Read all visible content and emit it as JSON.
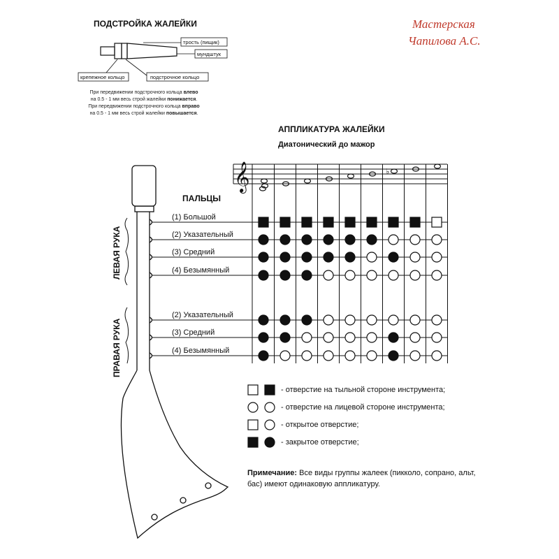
{
  "tuning": {
    "title": "ПОДСТРОЙКА ЖАЛЕЙКИ",
    "labels": {
      "reed": "трость (пищик)",
      "mouthpiece": "мундштук",
      "fixing_ring": "крепежное кольцо",
      "tuning_ring": "подстрочное кольцо"
    },
    "note_left_a": "При передвижении подстрочного кольца ",
    "note_left_b": "влево",
    "note_left_c": "на 0.5 - 1 мм весь строй жалейки ",
    "note_left_d": "понижается",
    "note_right_a": "При передвижении подстрочного кольца ",
    "note_right_b": "вправо",
    "note_right_c": "на 0.5 - 1 мм весь строй жалейки ",
    "note_right_d": "повышается"
  },
  "signature": {
    "line1": "Мастерская",
    "line2": "Чапилова А.С."
  },
  "fingering": {
    "title": "АППЛИКАТУРА ЖАЛЕЙКИ",
    "subtitle": "Диатонический до мажор",
    "fingers_heading": "ПАЛЬЦЫ",
    "left_hand": "ЛЕВАЯ РУКА",
    "right_hand": "ПРАВАЯ РУКА",
    "rows": [
      {
        "label": "(1) Большой",
        "hole": "back",
        "states": [
          1,
          1,
          1,
          1,
          1,
          1,
          1,
          1,
          0
        ]
      },
      {
        "label": "(2) Указательный",
        "hole": "front",
        "states": [
          1,
          1,
          1,
          1,
          1,
          1,
          0,
          0,
          0
        ]
      },
      {
        "label": "(3) Средний",
        "hole": "front",
        "states": [
          1,
          1,
          1,
          1,
          1,
          0,
          1,
          0,
          0
        ]
      },
      {
        "label": "(4) Безымянный",
        "hole": "front",
        "states": [
          1,
          1,
          1,
          0,
          0,
          0,
          0,
          0,
          0
        ]
      },
      {
        "label": "(2) Указательный",
        "hole": "front",
        "states": [
          1,
          1,
          1,
          0,
          0,
          0,
          0,
          0,
          0
        ]
      },
      {
        "label": "(3) Средний",
        "hole": "front",
        "states": [
          1,
          1,
          0,
          0,
          0,
          0,
          1,
          0,
          0
        ]
      },
      {
        "label": "(4) Безымянный",
        "hole": "front",
        "states": [
          1,
          0,
          0,
          0,
          0,
          0,
          1,
          0,
          0
        ]
      }
    ]
  },
  "legend": [
    {
      "shapes": [
        "square-open",
        "square-filled"
      ],
      "text": "- отверстие на тыльной стороне инструмента;"
    },
    {
      "shapes": [
        "circle-open",
        "circle-open"
      ],
      "text": "- отверстие на лицевой стороне инструмента;"
    },
    {
      "shapes": [
        "square-open",
        "circle-open"
      ],
      "text": "- открытое отверстие;"
    },
    {
      "shapes": [
        "square-filled",
        "circle-filled"
      ],
      "text": "- закрытое отверстие;"
    }
  ],
  "remark": {
    "label": "Примечание:",
    "text": " Все виды группы жалеек (пикколо, сопрано, альт, бас) имеют одинаковую аппликатуру."
  }
}
